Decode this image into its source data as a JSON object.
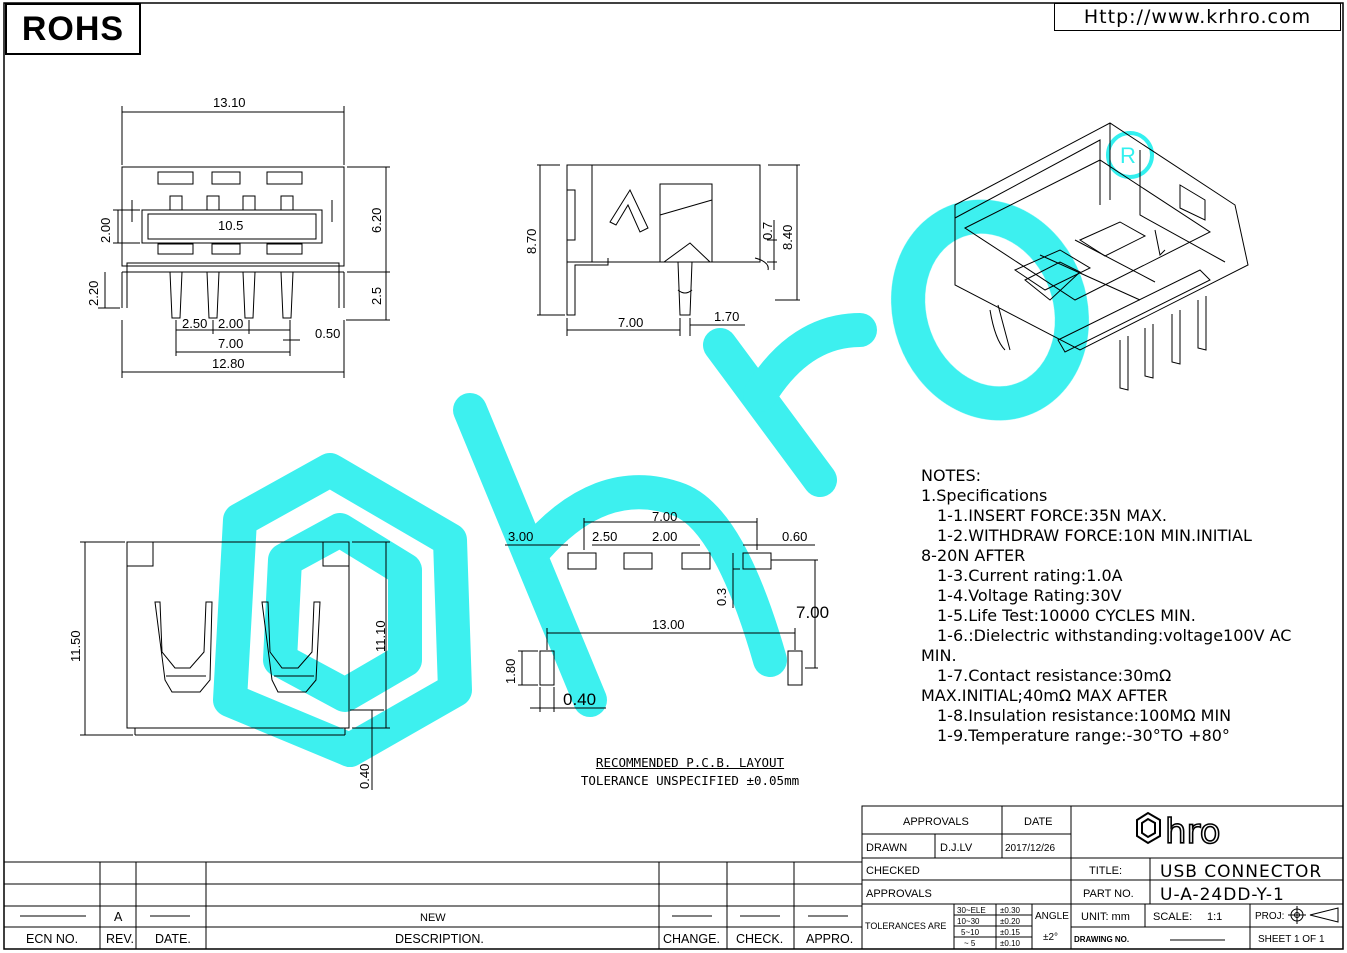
{
  "header": {
    "rohs": "ROHS",
    "url": "Http://www.krhro.com"
  },
  "front_view": {
    "dims": {
      "width_top": "13.10",
      "slot_width": "10.5",
      "slot_h": "2.00",
      "height": "6.20",
      "pin_len_left": "2.20",
      "pin_len_right": "2.5",
      "pitch_a": "2.50",
      "pitch_b": "2.00",
      "pin_span": "7.00",
      "pin_w": "0.50",
      "width_bottom": "12.80"
    }
  },
  "side_view": {
    "dims": {
      "height": "8.70",
      "h2": "0.7",
      "h3": "8.40",
      "depth": "7.00",
      "pin_off": "1.70"
    }
  },
  "top_view": {
    "dims": {
      "length": "11.50",
      "l2": "11.10",
      "l3": "0.40"
    }
  },
  "pcb_layout": {
    "dims": {
      "span": "7.00",
      "edge": "3.00",
      "p1": "2.50",
      "p2": "2.00",
      "pad_w": "0.60",
      "pad_h": "0.3",
      "row": "7.00",
      "mount": "13.00",
      "mh": "1.80",
      "mw": "0.40"
    },
    "caption_1": "RECOMMENDED  P.C.B. LAYOUT",
    "caption_2": "TOLERANCE UNSPECIFIED ±0.05mm"
  },
  "notes": {
    "heading": "NOTES:",
    "lines": [
      "1.Specifications",
      "1-1.INSERT      FORCE:35N  MAX.",
      "1-2.WITHDRAW    FORCE:10N  MIN.INITIAL",
      "8-20N  AFTER",
      "1-3.Current  rating:1.0A",
      "1-4.Voltage  Rating:30V",
      "1-5.Life  Test:10000  CYCLES  MIN.",
      "1-6.:Dielectric  withstanding:voltage100V  AC",
      "MIN.",
      "1-7.Contact  resistance:30mΩ",
      "MAX.INITIAL;40mΩ  MAX  AFTER",
      "1-8.Insulation  resistance:100MΩ  MIN",
      "1-9.Temperature  range:-30°TO  +80°"
    ]
  },
  "title_block": {
    "approvals_h": "APPROVALS",
    "date_h": "DATE",
    "drawn": "DRAWN",
    "drawn_by": "D.J.LV",
    "drawn_date": "2017/12/26",
    "checked": "CHECKED",
    "approvals": "APPROVALS",
    "tolerances": "TOLERANCES  ARE",
    "tol_ranges": [
      "30~ELE",
      "10~30",
      "5~10",
      "~ 5"
    ],
    "tol_values": [
      "±0.30",
      "±0.20",
      "±0.15",
      "±0.10"
    ],
    "angle": "ANGLE",
    "angle_val": "±2°",
    "title_label": "TITLE:",
    "title": "USB  CONNECTOR",
    "part_label": "PART  NO.",
    "part_no": "U-A-24DD-Y-1",
    "unit": "UNIT:  mm",
    "scale_label": "SCALE:",
    "scale": "1:1",
    "proj": "PROJ:",
    "drawing_no": "DRAWING NO.",
    "sheet": "SHEET   1  OF  1",
    "logo": "hro"
  },
  "revision_block": {
    "row": {
      "rev": "A",
      "description": "NEW"
    },
    "headers": [
      "ECN  NO.",
      "REV.",
      "DATE.",
      "DESCRIPTION.",
      "CHANGE.",
      "CHECK.",
      "APPRO."
    ]
  },
  "colors": {
    "watermark": "#33f0ef",
    "line": "#000000"
  }
}
